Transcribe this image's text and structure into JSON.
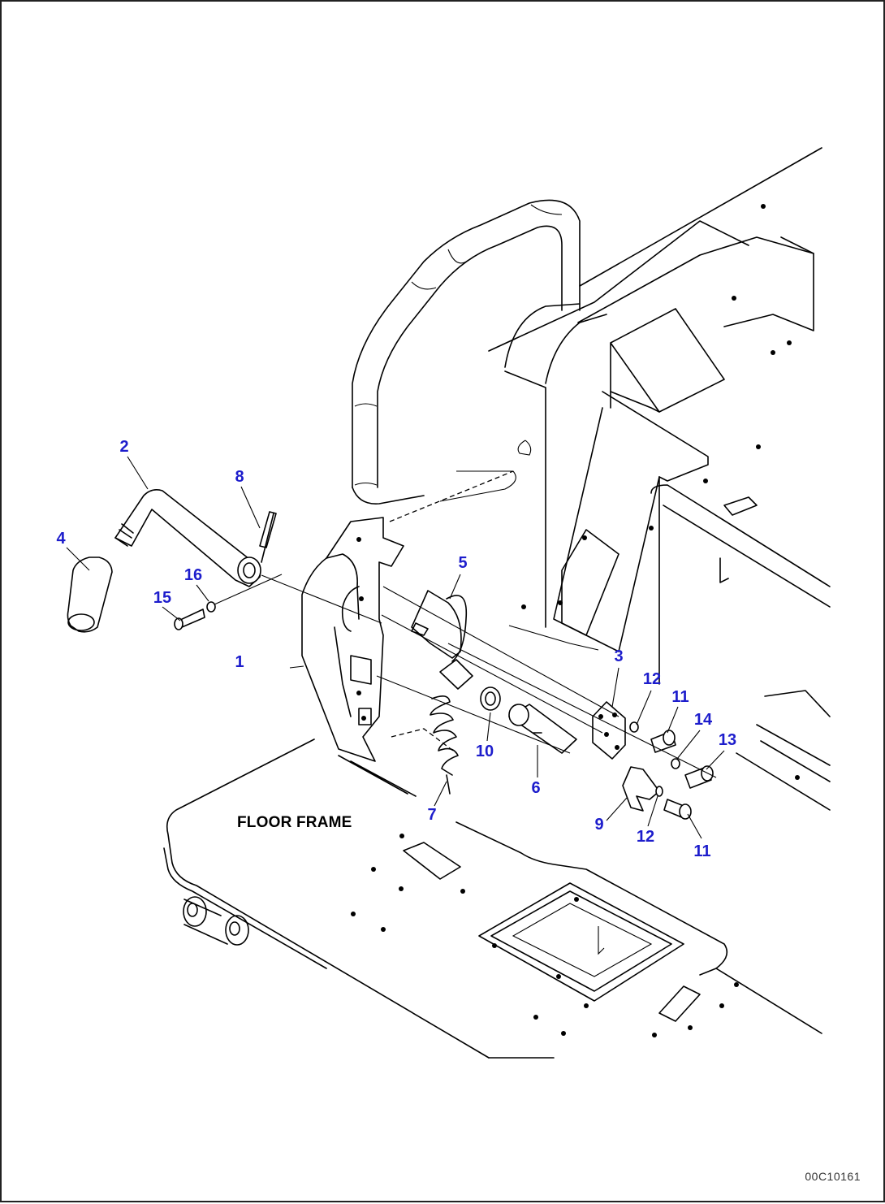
{
  "drawing": {
    "frame_label": "FLOOR FRAME",
    "drawing_code": "00C10161",
    "callouts": [
      "1",
      "2",
      "3",
      "4",
      "5",
      "6",
      "7",
      "8",
      "9",
      "10",
      "11",
      "11",
      "12",
      "12",
      "13",
      "14",
      "15",
      "16"
    ]
  },
  "colors": {
    "callout": "#1d1dcc",
    "line": "#000000"
  },
  "icons": [
    "parts-exploded-view"
  ]
}
